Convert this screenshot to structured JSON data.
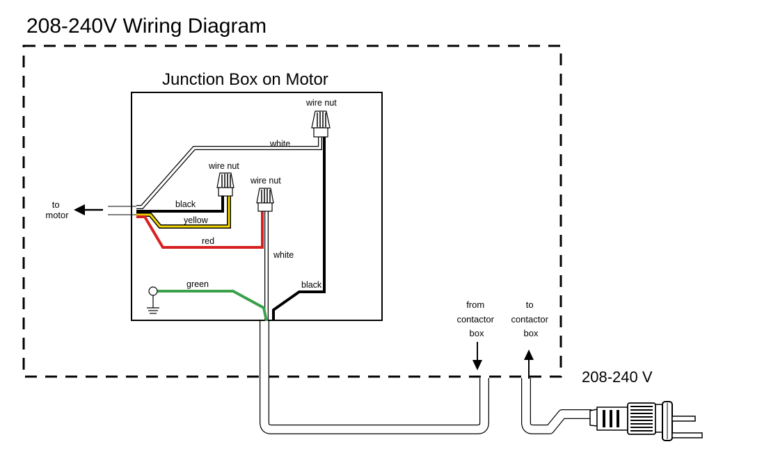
{
  "title": "208-240V Wiring Diagram",
  "junction_box_label": "Junction Box on Motor",
  "wire_nut_label": "wire nut",
  "to_motor": [
    "to",
    "motor"
  ],
  "wires": {
    "white_top": "white",
    "black_left": "black",
    "yellow": "yellow",
    "red": "red",
    "white_vertical": "white",
    "black_vertical": "black",
    "green": "green"
  },
  "from_contactor_box": [
    "from",
    "contactor",
    "box"
  ],
  "to_contactor_box": [
    "to",
    "contactor",
    "box"
  ],
  "voltage_label": "208-240 V",
  "colors": {
    "black": "#000000",
    "white": "#ffffff",
    "yellow": "#f2d600",
    "red": "#d82020",
    "green": "#3aa04a"
  }
}
